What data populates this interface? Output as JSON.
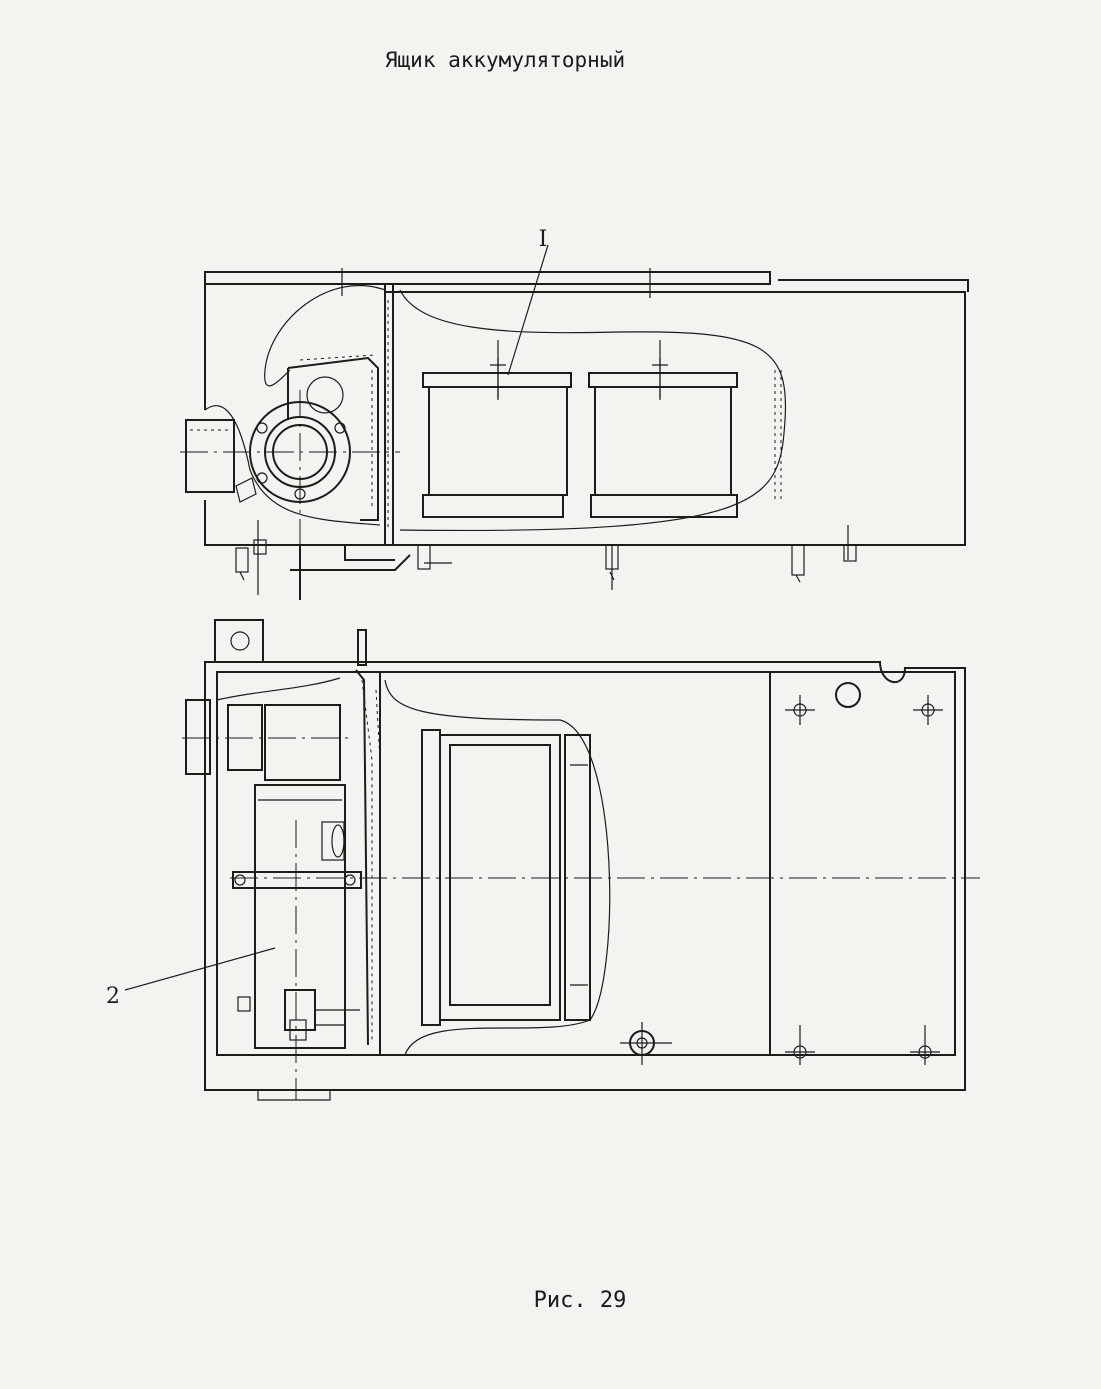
{
  "title": "Ящик аккумуляторный",
  "caption": "Рис. 29",
  "callouts": {
    "label_1": "I",
    "label_2": "2"
  },
  "colors": {
    "paper": "#f4f3f0",
    "ink": "#1c1c1c"
  }
}
